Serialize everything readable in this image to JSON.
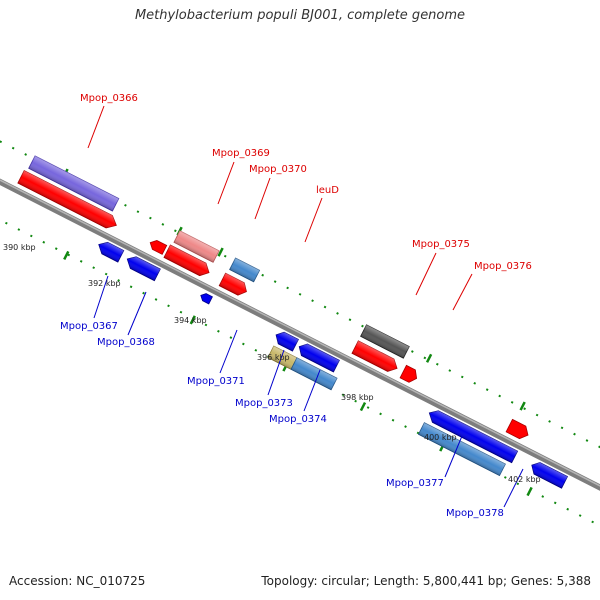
{
  "title": "Methylobacterium populi BJ001, complete genome",
  "footer": {
    "accession": "Accession: NC_010725",
    "summary": "Topology: circular; Length: 5,800,441 bp; Genes: 5,388"
  },
  "colors": {
    "label_top": "#dd0000",
    "label_bottom": "#0000cc",
    "backbone": "#888888",
    "tick": "#118811"
  },
  "scale_labels": [
    "390 kbp",
    "392 kbp",
    "394 kbp",
    "396 kbp",
    "398 kbp",
    "400 kbp",
    "402 kbp"
  ],
  "gene_labels_top": [
    "Mpop_0366",
    "Mpop_0369",
    "Mpop_0370",
    "leuD",
    "Mpop_0375",
    "Mpop_0376"
  ],
  "gene_labels_bottom": [
    "Mpop_0367",
    "Mpop_0368",
    "Mpop_0371",
    "Mpop_0373",
    "Mpop_0374",
    "Mpop_0377",
    "Mpop_0378"
  ]
}
